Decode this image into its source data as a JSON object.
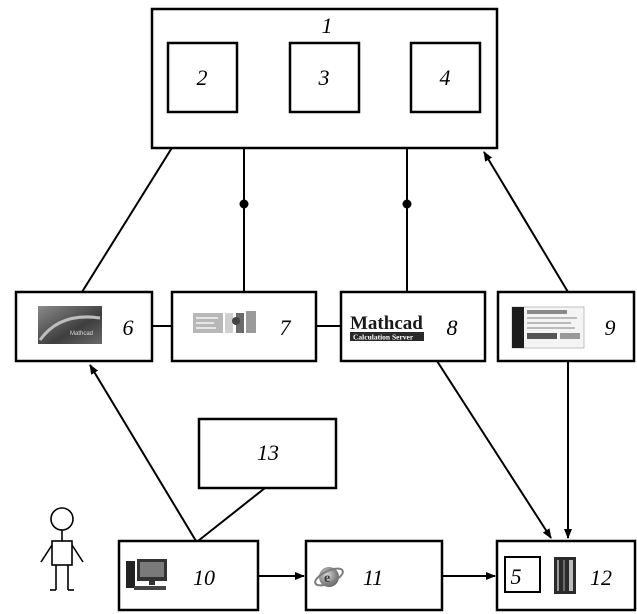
{
  "nodes": {
    "n1": {
      "label": "1"
    },
    "n2": {
      "label": "2"
    },
    "n3": {
      "label": "3"
    },
    "n4": {
      "label": "4"
    },
    "n5": {
      "label": "5"
    },
    "n6": {
      "label": "6",
      "logo_text": "Mathcad"
    },
    "n7": {
      "label": "7"
    },
    "n8": {
      "label": "8",
      "logo_title": "Mathcad",
      "logo_subtitle": "Calculation Server"
    },
    "n9": {
      "label": "9"
    },
    "n10": {
      "label": "10"
    },
    "n11": {
      "label": "11"
    },
    "n12": {
      "label": "12"
    },
    "n13": {
      "label": "13"
    }
  },
  "icons": {
    "n6": "mathcad-splash-icon",
    "n7": "web-page-icon",
    "n8": "mathcad-calculation-server-logo",
    "n9": "browser-page-icon",
    "n10": "desktop-computer-icon",
    "n11": "internet-explorer-icon",
    "n12": "server-tower-icon",
    "user": "person-icon"
  }
}
